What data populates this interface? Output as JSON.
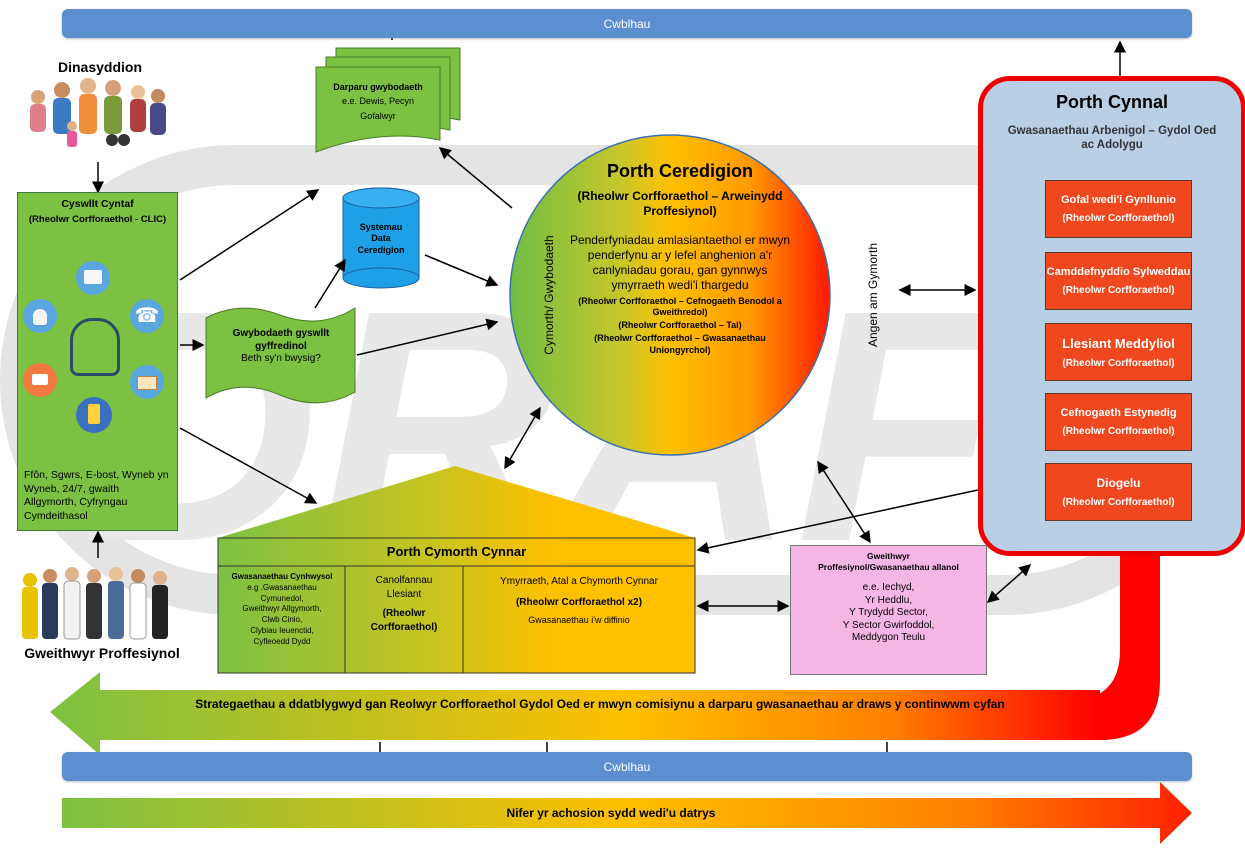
{
  "top_bar": {
    "label": "Cwblhau"
  },
  "bottom_bar": {
    "label": "Cwblhau"
  },
  "watermark": "DRAFT",
  "citizens": {
    "title": "Dinasyddion"
  },
  "professionals": {
    "title": "Gweithwyr Proffesiynol"
  },
  "first_contact": {
    "title": "Cyswllt Cyntaf",
    "subtitle": "(Rheolwr Corfforaethol - CLIC)",
    "channels": "Ffôn, Sgwrs, E-bost, Wyneb yn Wyneb, 24/7, gwaith Allgymorth, Cyfryngau Cymdeithasol"
  },
  "info_doc": {
    "title": "Darparu gwybodaeth",
    "line1": "e.e. Dewis, Pecyn",
    "line2": "Gofalwyr"
  },
  "data_systems": {
    "line1": "Systemau",
    "line2": "Data",
    "line3": "Ceredigion"
  },
  "general_info": {
    "line1": "Gwybodaeth gyswllt",
    "line2": "gyffredinol",
    "line3": "Beth sy'n bwysig?"
  },
  "porth_ceredigion": {
    "title": "Porth Ceredigion",
    "subtitle1": "(Rheolwr Corfforaethol – Arweinydd",
    "subtitle2": "Proffesiynol)",
    "body1": "Penderfyniadau amlasiantaethol er mwyn",
    "body2": "penderfynu ar y lefel anghenion a'r",
    "body3": "canlyniadau gorau, gan gynnwys",
    "body4": "ymyrraeth wedi'i thargedu",
    "note1": "(Rheolwr Corfforaethol – Cefnogaeth Benodol a",
    "note2": "Gweithredol)",
    "note3": "(Rheolwr Corfforaethol – Tai)",
    "note4": "(Rheolwr Corfforaethol – Gwasanaethau",
    "note5": "Uniongyrchol)",
    "left_label": "Cymorth/ Gwybodaeth",
    "right_label": "Angen am Gymorth"
  },
  "porth_cynnal": {
    "title": "Porth Cynnal",
    "subtitle1": "Gwasanaethau Arbenigol – Gydol Oed",
    "subtitle2": "ac Adolygu",
    "boxes": [
      {
        "title": "Gofal wedi'i Gynllunio",
        "sub": "(Rheolwr Corfforaethol)"
      },
      {
        "title": "Camddefnyddio Sylweddau",
        "sub": "(Rheolwr Corfforaethol)"
      },
      {
        "title": "Llesiant Meddyliol",
        "sub": "(Rheolwr Corfforaethol)"
      },
      {
        "title": "Cefnogaeth Estynedig",
        "sub": "(Rheolwr Corfforaethol)"
      },
      {
        "title": "Diogelu",
        "sub": "(Rheolwr Corfforaethol)"
      }
    ]
  },
  "porth_cymorth_cynnar": {
    "title": "Porth Cymorth Cynnar",
    "col1": [
      "Gwasanaethau Cynhwysol",
      "e.g .Gwasanaethau",
      "Cymunedol,",
      "Gweithwyr Allgymorth,",
      "Clwb Cinio,",
      "Clybiau Ieuenctid,",
      "Cyfleoedd Dydd"
    ],
    "col2": [
      "Canolfannau",
      "Llesiant",
      "(Rheolwr",
      "Corfforaethol)"
    ],
    "col3": [
      "Ymyrraeth, Atal a Chymorth Cynnar",
      "(Rheolwr Corfforaethol x2)",
      "Gwasanaethau i'w diffinio"
    ]
  },
  "external": {
    "title1": "Gweithwyr",
    "title2": "Proffesiynol/Gwasanaethau allanol",
    "lines": [
      "e.e. Iechyd,",
      "Yr Heddlu,",
      "Y Trydydd Sector,",
      "Y Sector Gwirfoddol,",
      "Meddygon Teulu"
    ]
  },
  "strategies_arrow": {
    "label": "Strategaethau a ddatblygwyd gan Reolwyr Corfforaethol Gydol Oed er mwyn comisiynu a darparu gwasanaethau ar draws y continwwm cyfan"
  },
  "resolved_arrow": {
    "label": "Nifer yr achosion sydd wedi'u datrys"
  },
  "colors": {
    "green": "#7dc142",
    "yellow": "#ffc000",
    "red": "#ff0000",
    "blue": "#5b8fd0",
    "pink": "#f5b6e6"
  }
}
